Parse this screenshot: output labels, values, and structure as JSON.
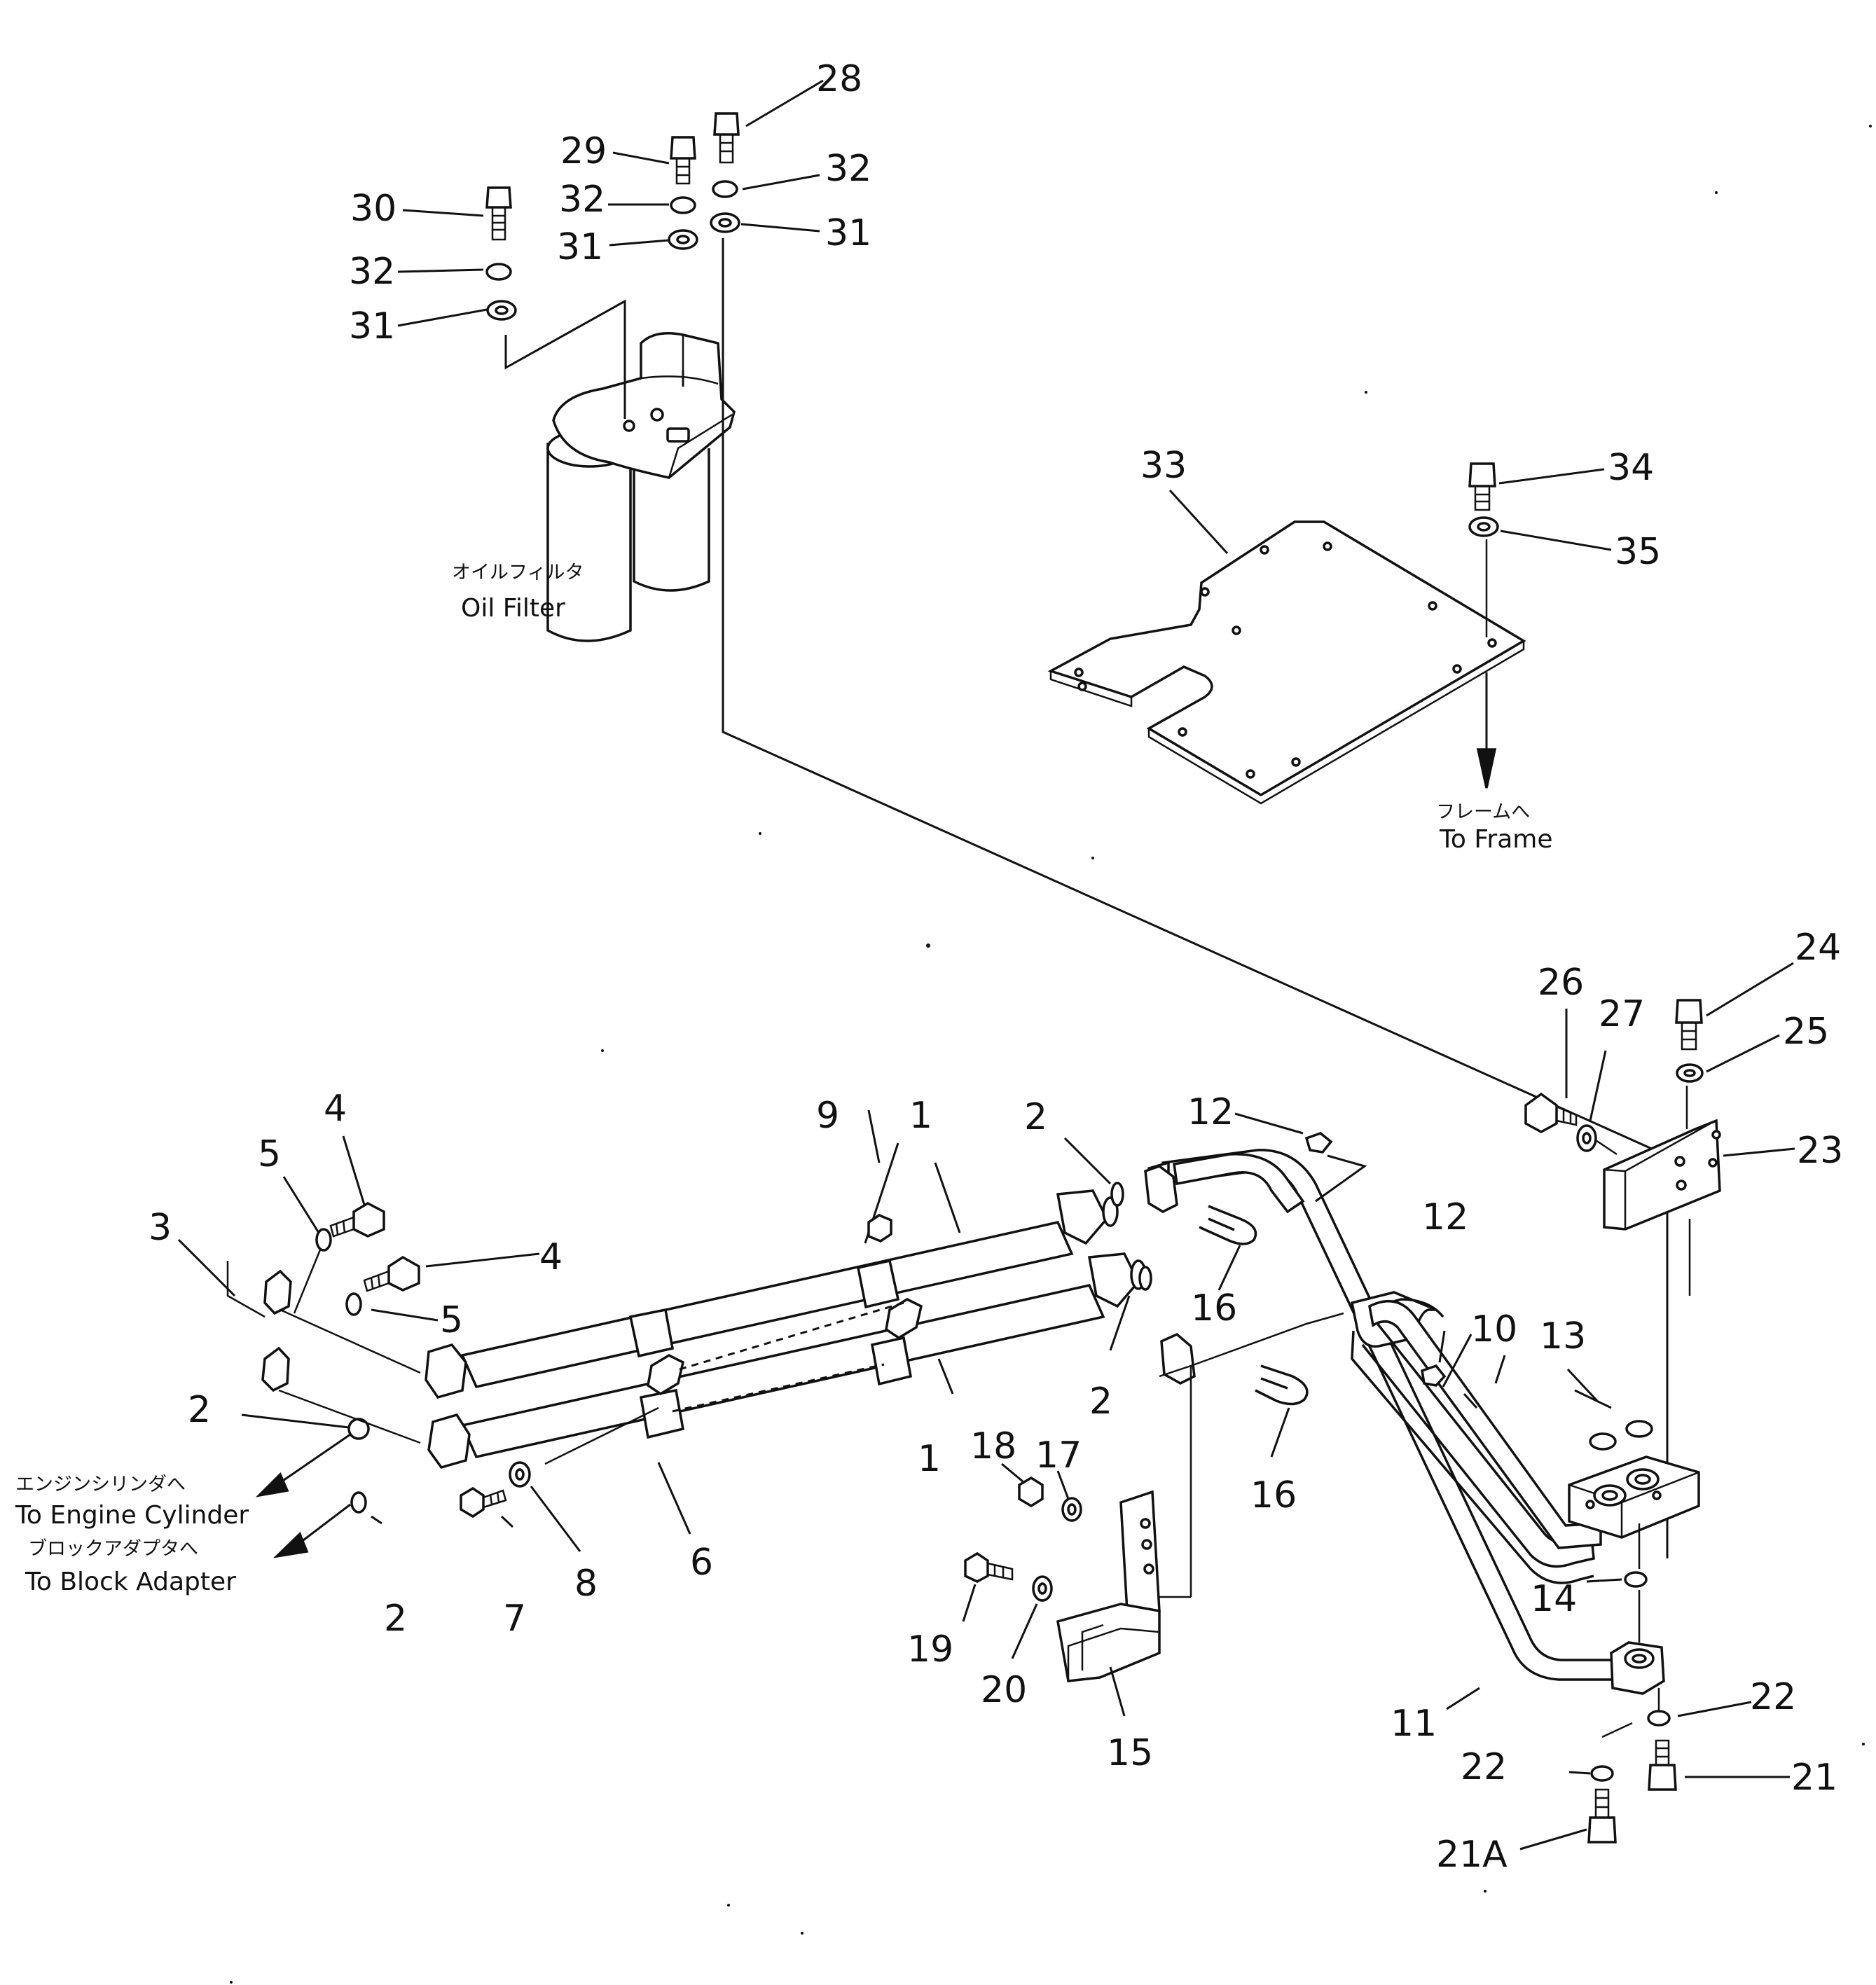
{
  "labels": {
    "l28": "28",
    "l29": "29",
    "l30": "30",
    "l32a": "32",
    "l32b": "32",
    "l32c": "32",
    "l31a": "31",
    "l31b": "31",
    "l31c": "31",
    "l33": "33",
    "l34": "34",
    "l35": "35",
    "l24": "24",
    "l25": "25",
    "l26": "26",
    "l27": "27",
    "l23": "23",
    "l12a": "12",
    "l12b": "12",
    "l13": "13",
    "l10": "10",
    "l9": "9",
    "l1a": "1",
    "l1b": "1",
    "l2a": "2",
    "l2b": "2",
    "l2c": "2",
    "l2d": "2",
    "l3": "3",
    "l4a": "4",
    "l4b": "4",
    "l5a": "5",
    "l5b": "5",
    "l6": "6",
    "l7": "7",
    "l8": "8",
    "l16a": "16",
    "l16b": "16",
    "l17": "17",
    "l18": "18",
    "l19": "19",
    "l20": "20",
    "l15": "15",
    "l11": "11",
    "l14": "14",
    "l22a": "22",
    "l22b": "22",
    "l21": "21",
    "l21A": "21A"
  },
  "notes": {
    "oil_filter_jp": "オイルフィルタ",
    "oil_filter_en": "Oil Filter",
    "frame_jp": "フレームへ",
    "frame_en": "To Frame",
    "engine_cyl_jp": "エンジンシリンダへ",
    "engine_cyl_en": "To Engine Cylinder",
    "block_adapter_jp": "ブロックアダプタへ",
    "block_adapter_en": "To Block Adapter"
  }
}
